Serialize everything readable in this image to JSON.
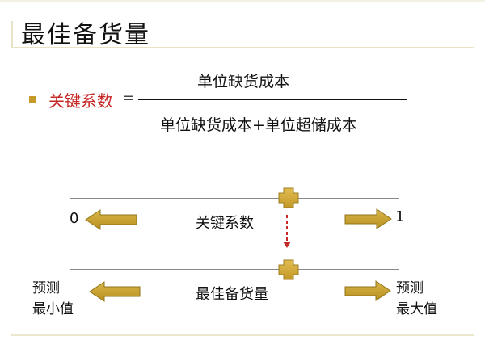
{
  "title": "最佳备货量",
  "formula": {
    "label": "关键系数",
    "equals": "=",
    "numerator": "单位缺货成本",
    "denominator": "单位缺货成本+单位超储成本"
  },
  "scale_top": {
    "left_value": "0",
    "center_label": "关键系数",
    "right_value": "1"
  },
  "scale_bottom": {
    "left_label_line1": "预测",
    "left_label_line2": "最小值",
    "center_label": "最佳备货量",
    "right_label_line1": "预测",
    "right_label_line2": "最大值"
  },
  "colors": {
    "arrow_fill": "#c6a02c",
    "arrow_stroke": "#8f7418",
    "marker_fill": "#d6ad3d",
    "highlight_text": "#c62828",
    "dashed_arrow": "#c62828",
    "bullet": "#c69a2a"
  },
  "icons": {
    "bullet": "square-bullet",
    "marker": "cross-marker",
    "left_arrow": "left-arrow",
    "right_arrow": "right-arrow",
    "connector": "dashed-down-arrow"
  }
}
